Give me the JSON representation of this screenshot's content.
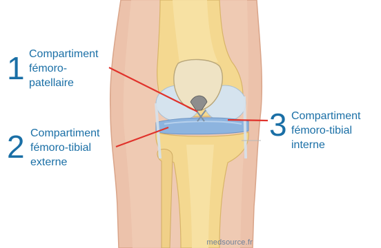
{
  "callouts": [
    {
      "number": "1",
      "lines": [
        "Compartiment",
        "fémoro-",
        "patellaire"
      ]
    },
    {
      "number": "2",
      "lines": [
        "Compartiment",
        "fémoro-tibial",
        "externe"
      ]
    },
    {
      "number": "3",
      "lines": [
        "Compartiment",
        "fémoro-tibial",
        "interne"
      ]
    }
  ],
  "credit": "medsource.fr",
  "colors": {
    "label_text": "#1a6fa6",
    "leader_line": "#e0322b",
    "skin": "#e8b9a3",
    "bone": "#f4d58e",
    "cartilage": "#cfe0ee",
    "meniscus": "#86aede",
    "tendon_top": "#e06a44"
  }
}
